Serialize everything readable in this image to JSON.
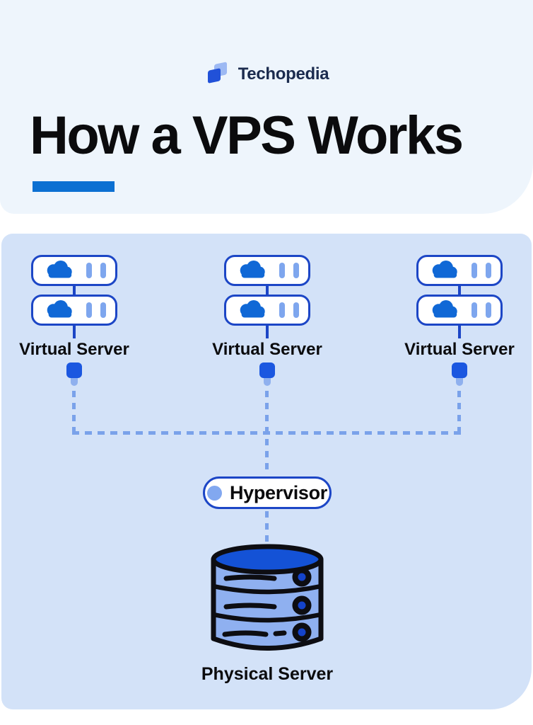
{
  "brand": {
    "name": "Techopedia"
  },
  "header": {
    "title": "How a VPS Works"
  },
  "diagram": {
    "virtual_servers": [
      {
        "label": "Virtual Server"
      },
      {
        "label": "Virtual Server"
      },
      {
        "label": "Virtual Server"
      }
    ],
    "hypervisor": {
      "label": "Hypervisor"
    },
    "physical_server": {
      "label": "Physical Server"
    }
  },
  "colors": {
    "accent_blue": "#0c70d2",
    "top_panel_bg": "#eef5fc",
    "diagram_panel_bg": "#d3e2f8",
    "outline_blue": "#1c46c6",
    "cloud_blue": "#1068d6",
    "vent_blue": "#7ea6ee",
    "connector_node_blue": "#1b57e0",
    "dash_blue": "#7aa2ea",
    "logo_navy": "#1b2b4e",
    "cylinder_top_blue": "#1452d6",
    "cylinder_body_blue": "#8fb0f0"
  }
}
